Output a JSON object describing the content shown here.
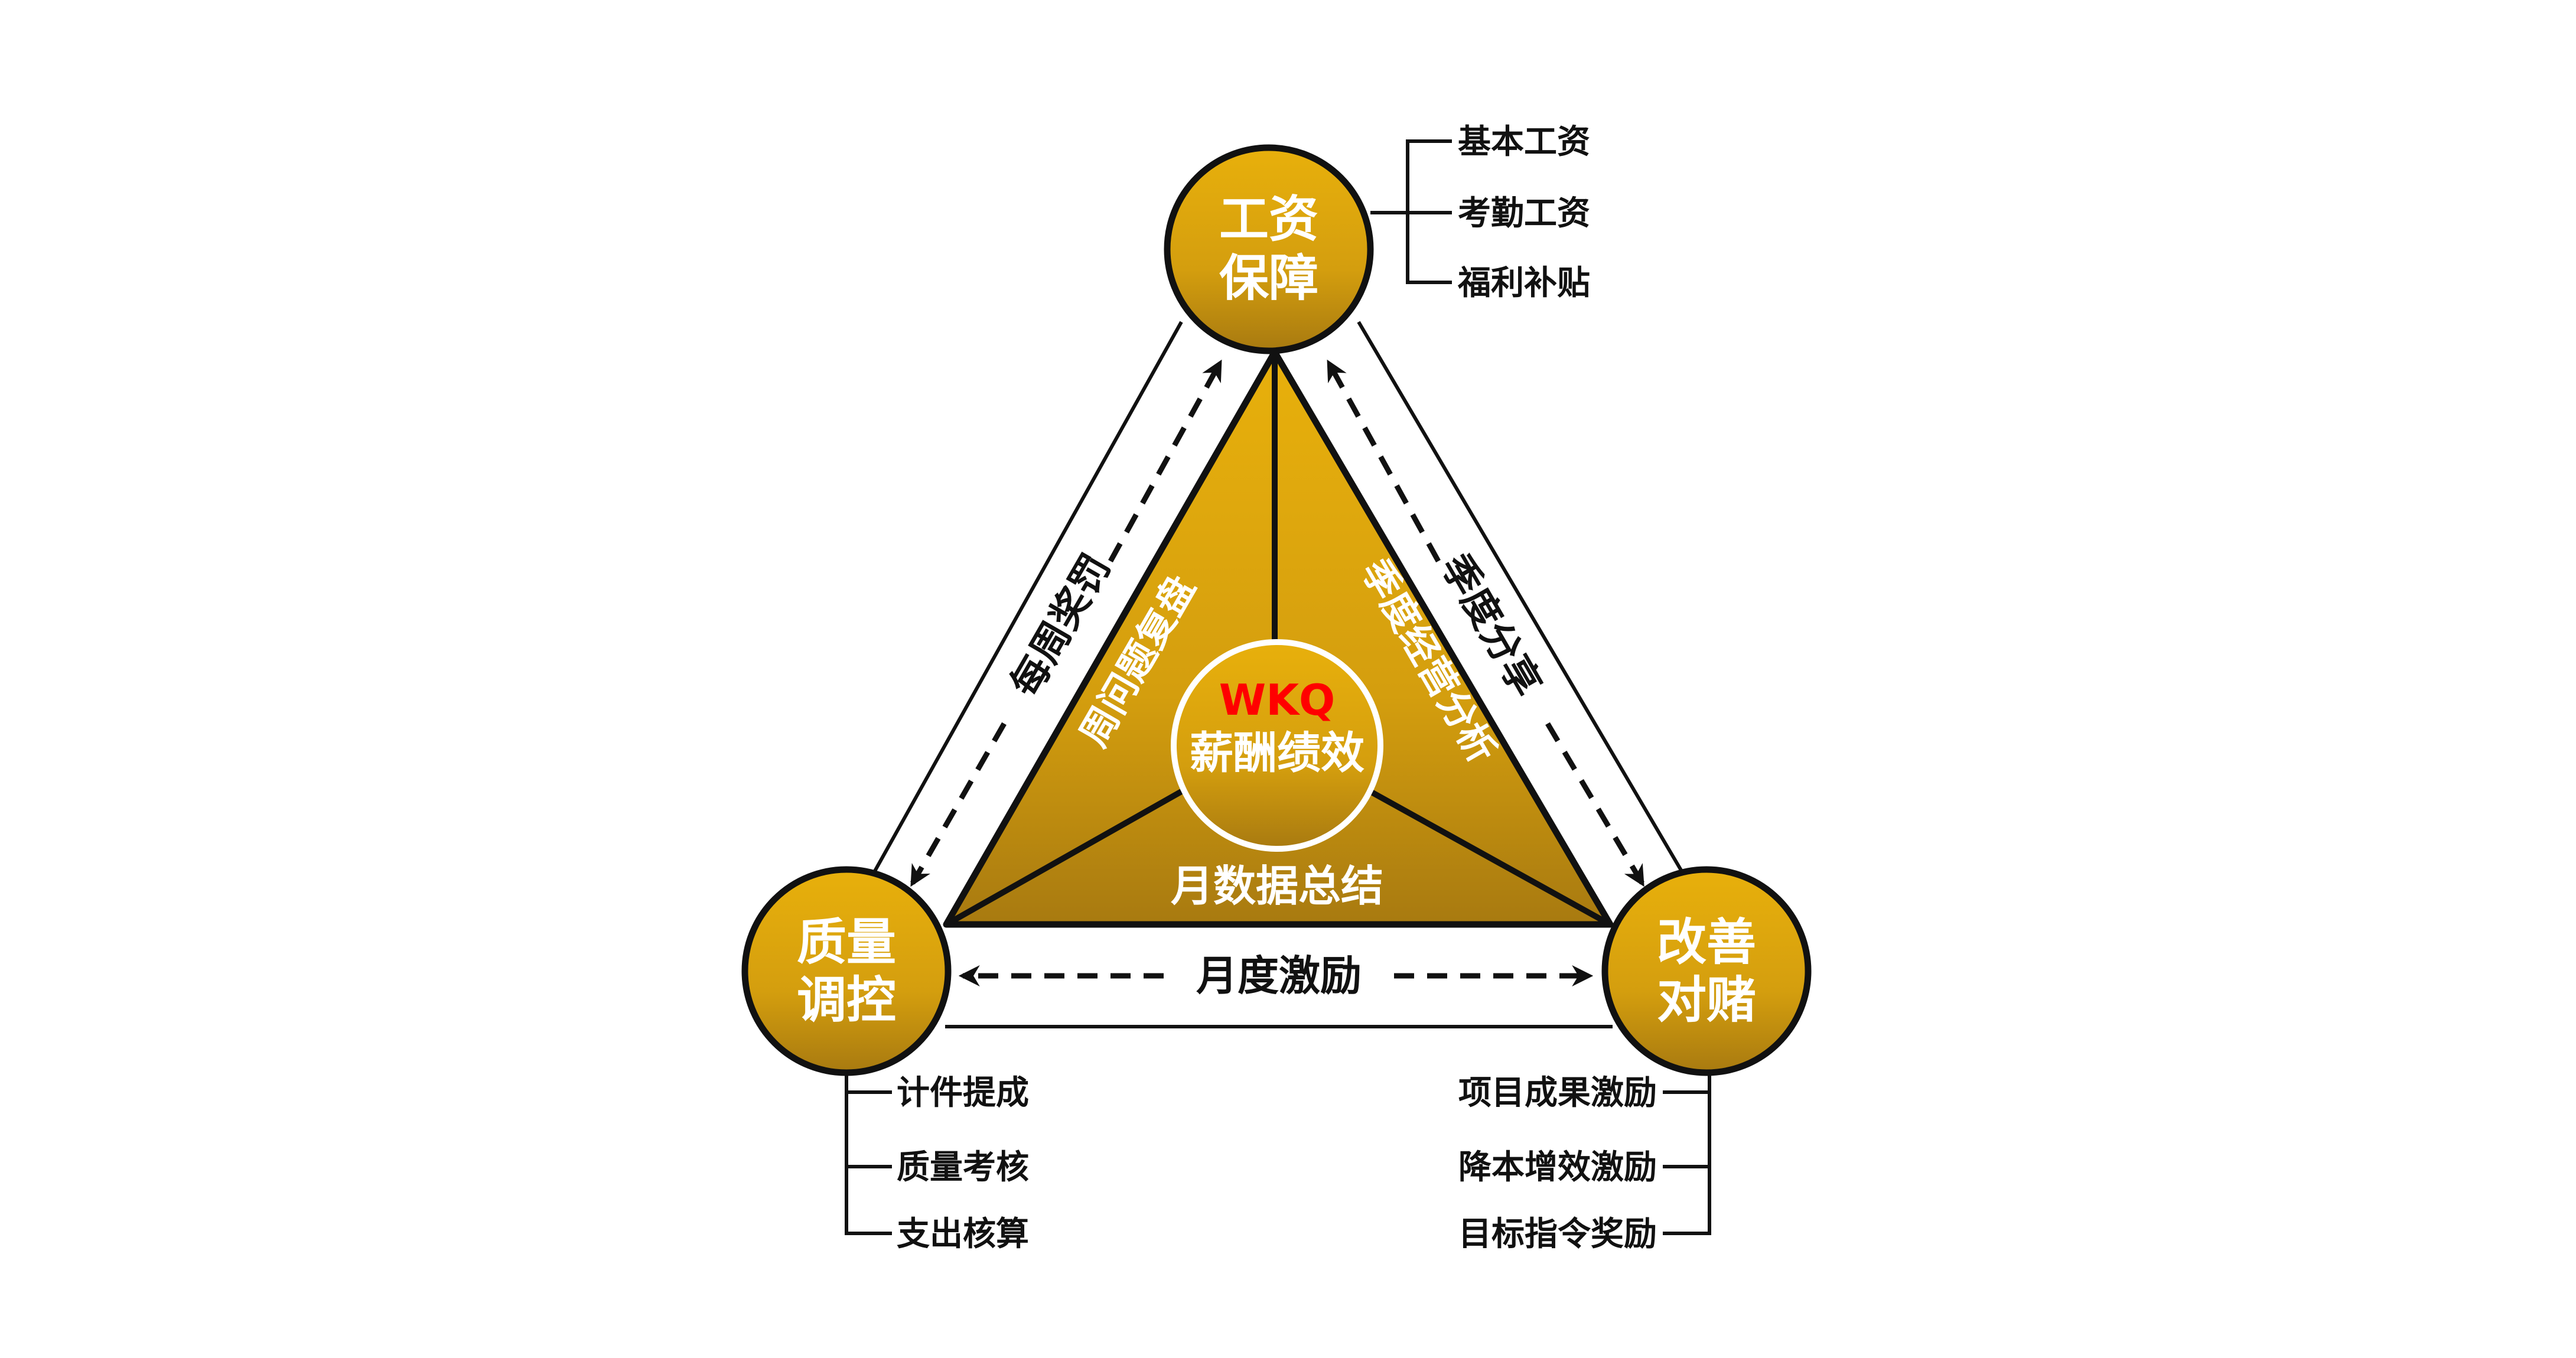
{
  "nodes": {
    "top": {
      "line1": "工资",
      "line2": "保障"
    },
    "left": {
      "line1": "质量",
      "line2": "调控"
    },
    "right": {
      "line1": "改善",
      "line2": "对赌"
    }
  },
  "center": {
    "brand": "WKQ",
    "title": "薪酬绩效"
  },
  "inner_labels": {
    "left": "周问题复盘",
    "right": "季度经营分析",
    "bottom": "月数据总结"
  },
  "edge_labels": {
    "left": "每周奖罚",
    "right": "季度分享",
    "bottom": "月度激励"
  },
  "lists": {
    "top": [
      "基本工资",
      "考勤工资",
      "福利补贴"
    ],
    "left": [
      "计件提成",
      "质量考核",
      "支出核算"
    ],
    "right": [
      "项目成果激励",
      "降本增效激励",
      "目标指令奖励"
    ]
  },
  "colors": {
    "gold_top": "#e8b00c",
    "gold_bottom": "#a87a10",
    "brand_red": "#ff0000"
  }
}
